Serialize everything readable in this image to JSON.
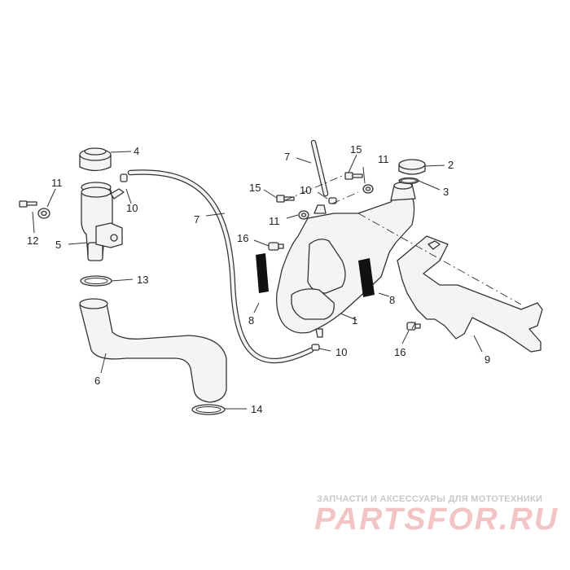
{
  "diagram": {
    "callouts": [
      "1",
      "2",
      "3",
      "4",
      "5",
      "6",
      "7",
      "7",
      "8",
      "8",
      "9",
      "10",
      "10",
      "10",
      "11",
      "11",
      "11",
      "12",
      "13",
      "14",
      "15",
      "15",
      "16",
      "16"
    ]
  },
  "watermark": {
    "tagline": "ЗАПЧАСТИ И АКСЕССУАРЫ ДЛЯ МОТОТЕХНИКИ",
    "brand": "PARTSFOR.RU"
  }
}
